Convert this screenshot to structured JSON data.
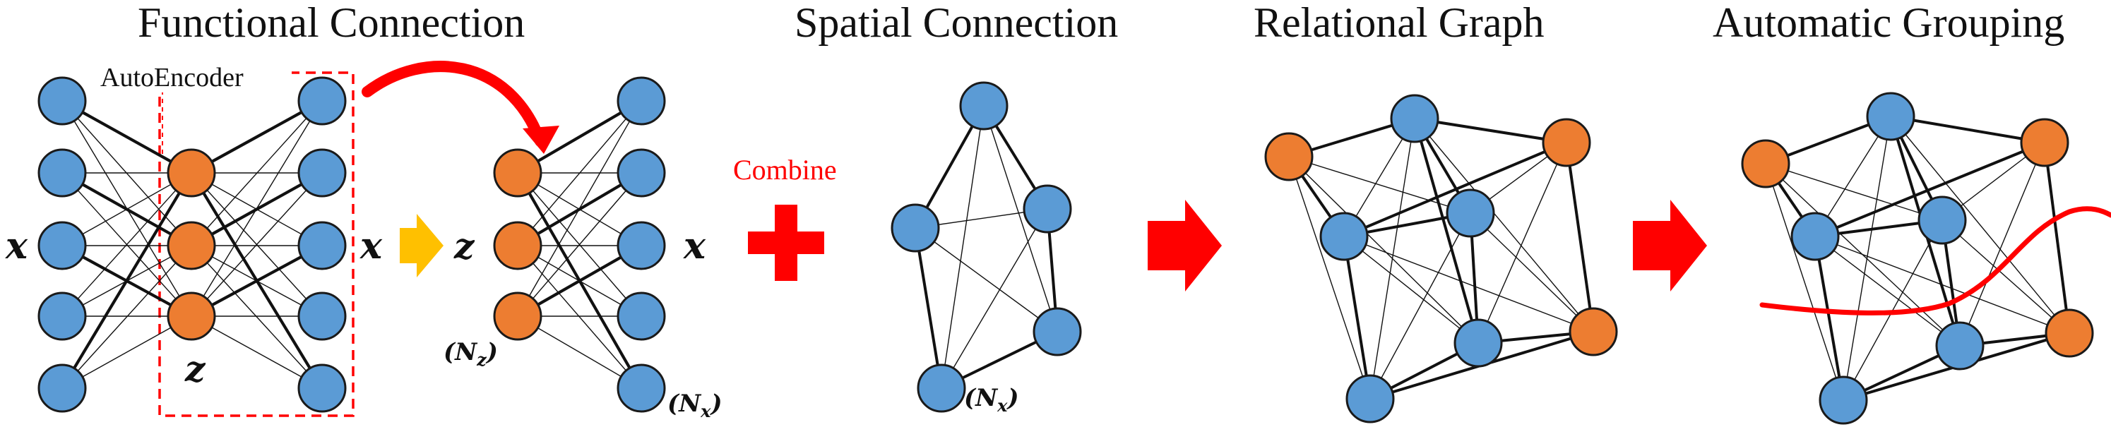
{
  "titles": {
    "functional": "Functional Connection",
    "spatial": "Spatial Connection",
    "relational": "Relational Graph",
    "grouping": "Automatic Grouping"
  },
  "labels": {
    "autoencoder": "AutoEncoder",
    "combine": "Combine",
    "x": "x",
    "z": "z",
    "n_z": "(N",
    "n_z_sub": "z",
    "n_x": "(N",
    "n_x_sub": "x",
    "close_paren": ")"
  },
  "colors": {
    "node_blue": "#5b9bd5",
    "node_orange": "#ed7d31",
    "accent_red": "#ff0000",
    "arrow_yellow": "#ffc000",
    "edge": "#111111"
  }
}
